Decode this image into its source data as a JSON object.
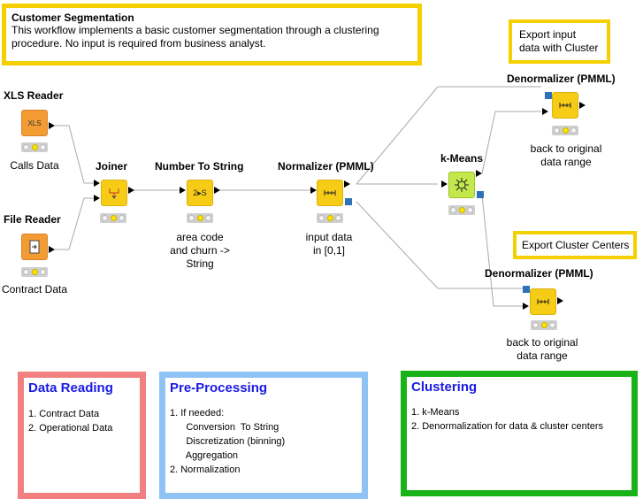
{
  "top_annotation": {
    "title": "Customer Segmentation",
    "text": "This workflow implements a basic customer segmentation through a clustering procedure. No input is required from business analyst."
  },
  "nodes": {
    "xls_reader": {
      "title": "XLS Reader",
      "label": "Calls Data",
      "icon_text": "XLS"
    },
    "file_reader": {
      "title": "File Reader",
      "label": "Contract Data"
    },
    "joiner": {
      "title": "Joiner",
      "label": ""
    },
    "number_to_string": {
      "title": "Number To String",
      "label": "area code\nand churn ->\nString",
      "icon_text": "2▸S"
    },
    "normalizer": {
      "title": "Normalizer (PMML)",
      "label": "input data\nin [0,1]"
    },
    "kmeans": {
      "title": "k-Means",
      "label": ""
    },
    "denorm_top": {
      "title": "Denormalizer (PMML)",
      "label": "back to original\ndata range"
    },
    "denorm_bottom": {
      "title": "Denormalizer (PMML)",
      "label": "back to original\ndata range"
    }
  },
  "small_annotations": {
    "export_input": "Export input\ndata with Cluster",
    "export_centers": "Export Cluster Centers"
  },
  "sections": {
    "data_reading": {
      "title": "Data Reading",
      "text": "1. Contract Data\n2. Operational Data",
      "color": "#f28080"
    },
    "pre_processing": {
      "title": "Pre-Processing",
      "text": "1. If needed:\n      Conversion  To String\n      Discretization (binning)\n      Aggregation\n2. Normalization",
      "color": "#8fc3f5"
    },
    "clustering": {
      "title": "Clustering",
      "text": "1. k-Means\n2. Denormalization for data & cluster centers",
      "color": "#19b219"
    }
  },
  "colors": {
    "annotation_yellow": "#f5d000",
    "reader": "#f39c34",
    "manipulator": "#f7cc17",
    "learner": "#c4e84b"
  }
}
